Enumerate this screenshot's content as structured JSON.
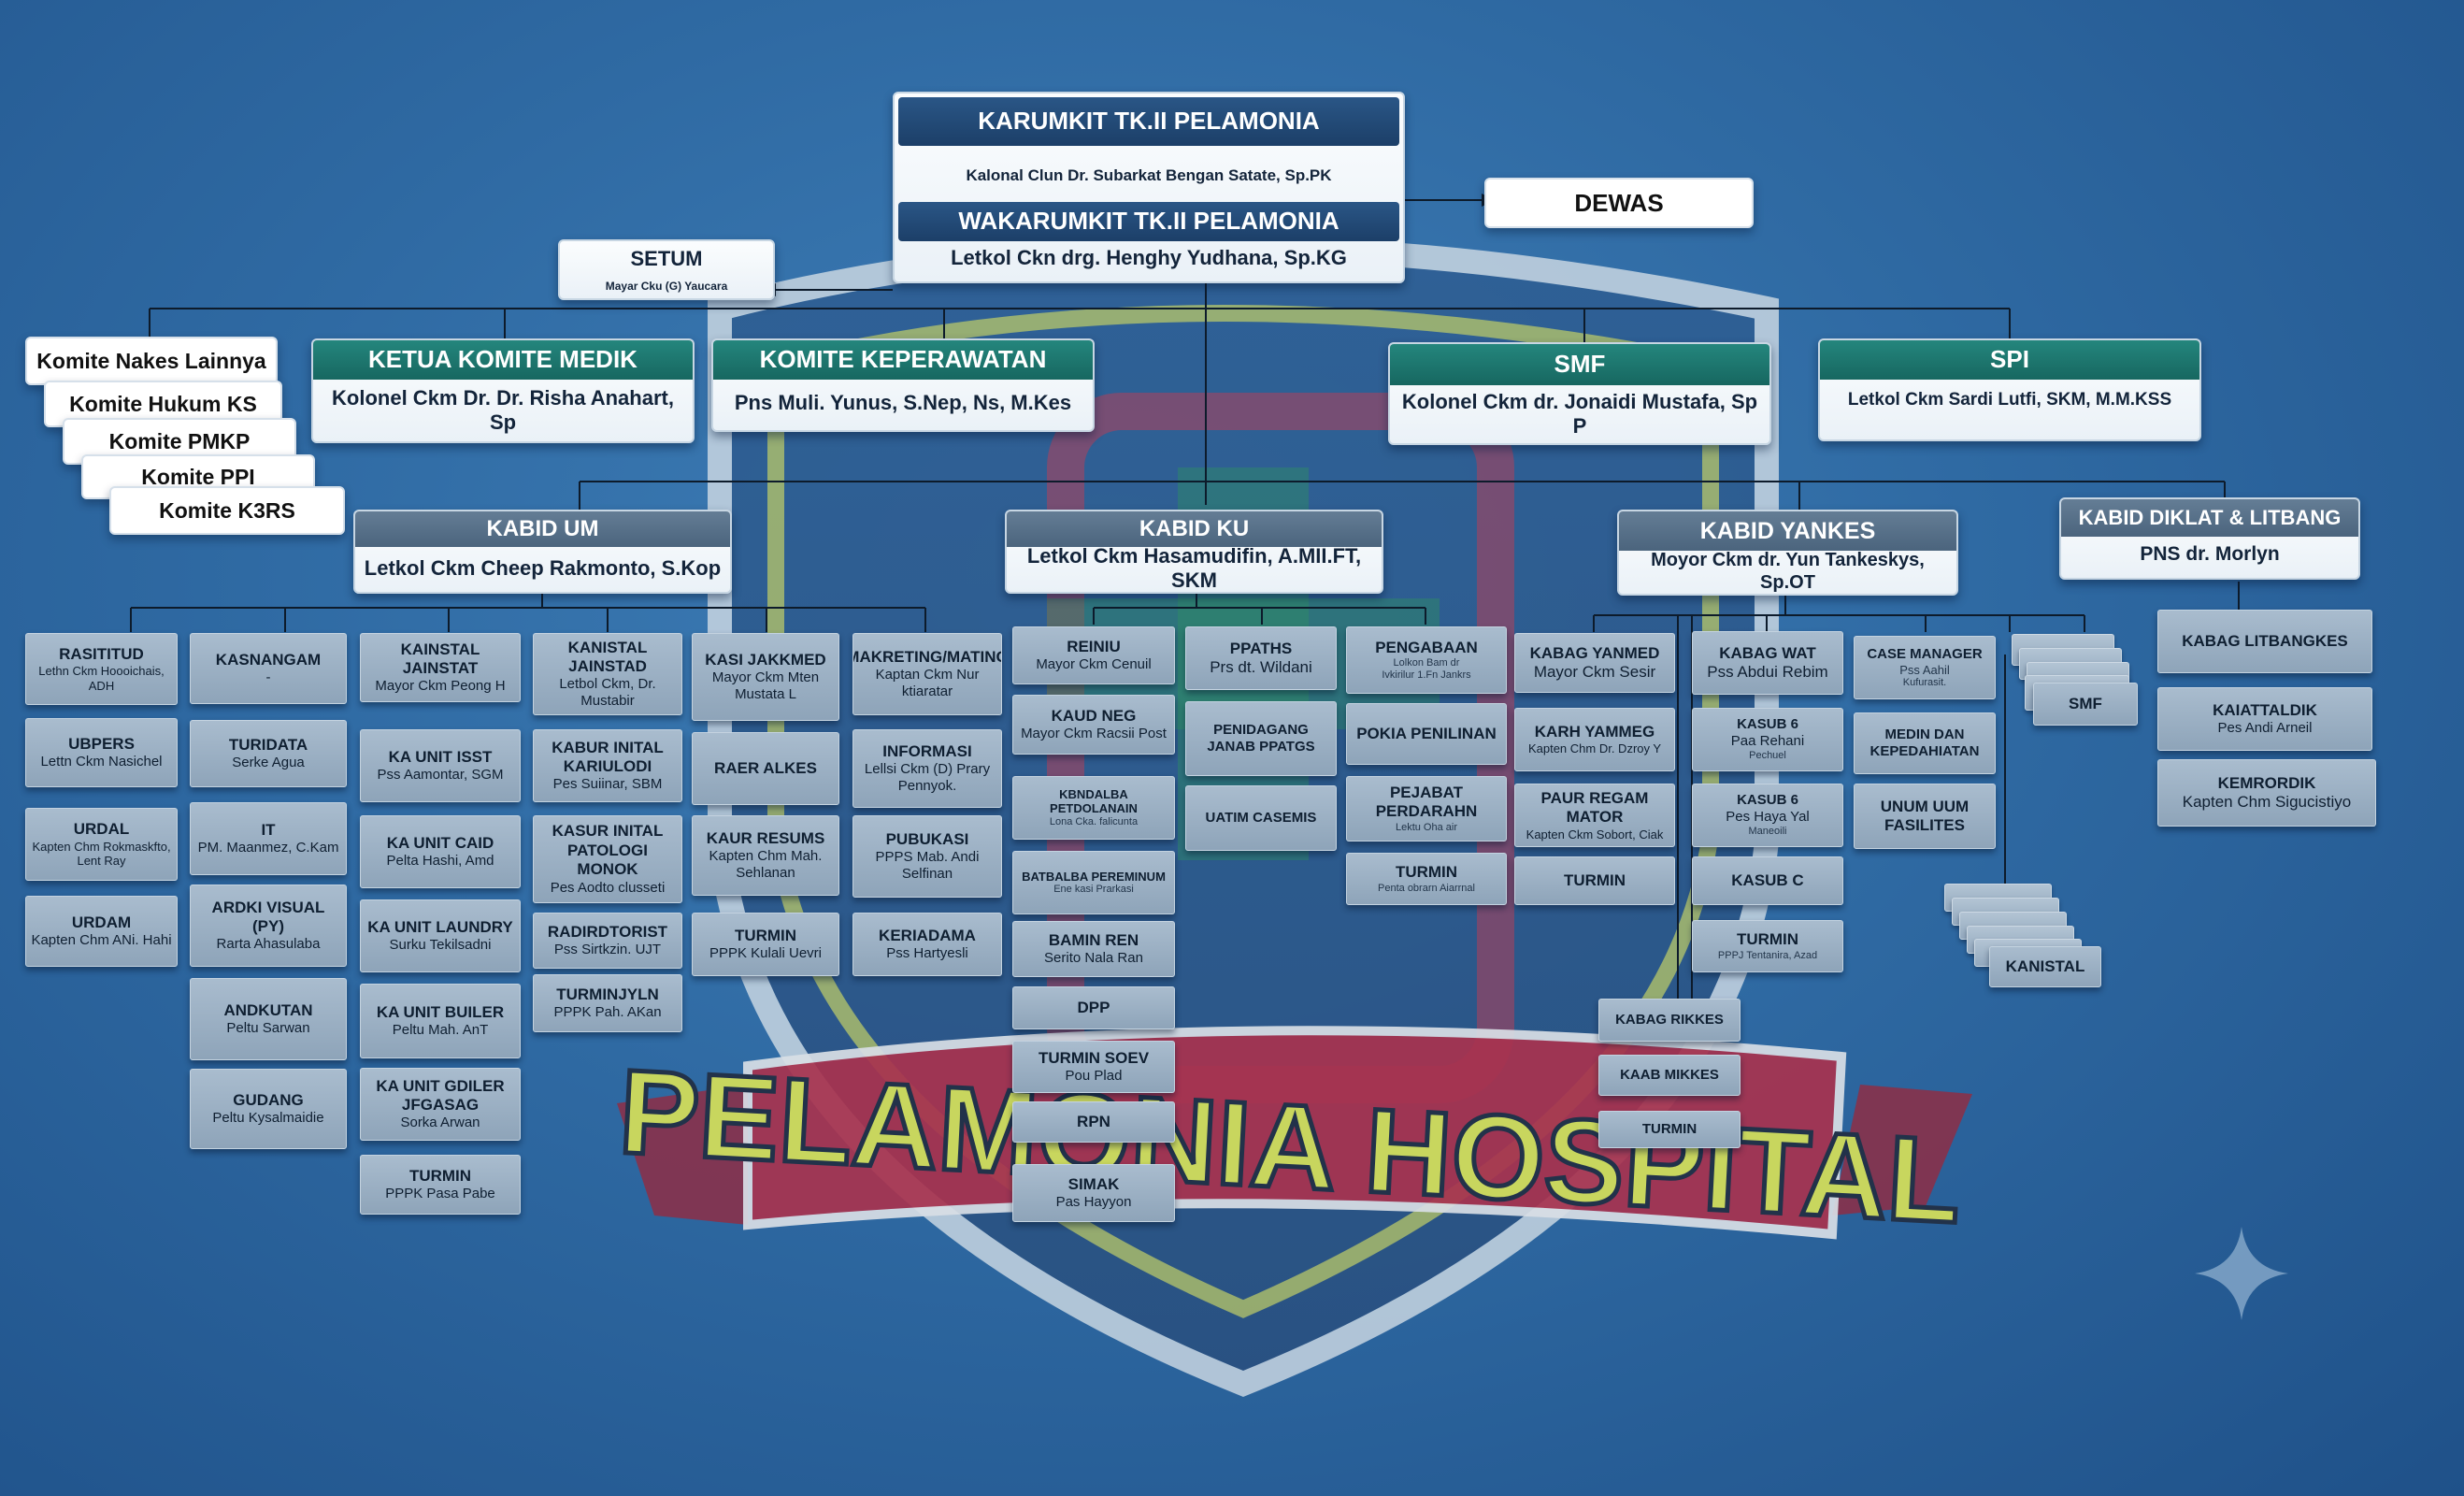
{
  "watermark": {
    "banner_text": "PELAMONIA HOSPITAL"
  },
  "top": {
    "karumkit": {
      "title": "KARUMKIT TK.II PELAMONIA",
      "name": "Kalonal Clun Dr. Subarkat Bengan Satate, Sp.PK"
    },
    "wakarumkit": {
      "title": "WAKARUMKIT TK.II PELAMONIA",
      "name": "Letkol Ckn drg. Henghy Yudhana, Sp.KG"
    },
    "dewas": "DEWAS",
    "setum": {
      "title": "SETUM",
      "name": "Mayar Cku (G) Yaucara"
    }
  },
  "committees": {
    "stack": [
      "Komite Nakes Lainnya",
      "Komite Hukum KS",
      "Komite PMKP",
      "Komite PPI",
      "Komite K3RS"
    ]
  },
  "row1": {
    "komite_medik": {
      "title": "KETUA KOMITE MEDIK",
      "name": "Kolonel Ckm Dr. Dr. Risha Anahart, Sp"
    },
    "komite_perawatan": {
      "title": "KOMITE KEPERAWATAN",
      "name": "Pns Muli. Yunus, S.Nep, Ns, M.Kes"
    },
    "smf": {
      "title": "SMF",
      "name": "Kolonel Ckm dr. Jonaidi Mustafa, Sp P"
    },
    "spi": {
      "title": "SPI",
      "name": "Letkol Ckm Sardi Lutfi, SKM, M.M.KSS"
    }
  },
  "row2": {
    "kabid_um": {
      "title": "KABID UM",
      "name": "Letkol Ckm Cheep Rakmonto, S.Kop"
    },
    "kabid_ku": {
      "title": "KABID KU",
      "name": "Letkol Ckm Hasamudifin, A.MII.FT, SKM"
    },
    "kabid_yankes": {
      "title": "KABID YANKES",
      "name": "Moyor Ckm dr. Yun Tankeskys, Sp.OT"
    },
    "kabid_diklat": {
      "title": "KABID DIKLAT & LITBANG",
      "name": "PNS dr. Morlyn"
    }
  },
  "um_units": {
    "col1": [
      {
        "t": "RASITITUD",
        "n": "Lethn Ckm Hoooichais, ADH"
      },
      {
        "t": "UBPERS",
        "n": "Lettn Ckm Nasichel"
      },
      {
        "t": "URDAL",
        "n": "Kapten Chm Rokmaskfto, Lent Ray"
      },
      {
        "t": "URDAM",
        "n": "Kapten Chm ANi. Hahi"
      }
    ],
    "col2": [
      {
        "t": "KASNANGAM",
        "n": "-"
      },
      {
        "t": "TURIDATA",
        "n": "Serke Agua"
      },
      {
        "t": "IT",
        "n": "PM. Maanmez, C.Kam"
      },
      {
        "t": "ARDKI VISUAL (PY)",
        "n": "Rarta Ahasulaba"
      },
      {
        "t": "ANDKUTAN",
        "n": "Peltu Sarwan"
      },
      {
        "t": "GUDANG",
        "n": "Peltu Kysalmaidie"
      }
    ],
    "col3": [
      {
        "t": "KAINSTAL JAINSTAT",
        "n": "Mayor Ckm Peong H"
      },
      {
        "t": "KA UNIT ISST",
        "n": "Pss Aamontar, SGM"
      },
      {
        "t": "KA UNIT CAID",
        "n": "Pelta Hashi, Amd"
      },
      {
        "t": "KA UNIT LAUNDRY",
        "n": "Surku Tekilsadni"
      },
      {
        "t": "KA UNIT BUILER",
        "n": "Peltu Mah. AnT"
      },
      {
        "t": "KA UNIT GDILER JFGASAG",
        "n": "Sorka Arwan"
      },
      {
        "t": "TURMIN",
        "n": "PPPK Pasa Pabe"
      }
    ],
    "col4": [
      {
        "t": "KANISTAL JAINSTAD",
        "n": "Letbol Ckm, Dr. Mustabir"
      },
      {
        "t": "KABUR INITAL KARIULODI",
        "n": "Pes Suiinar, SBM"
      },
      {
        "t": "KASUR INITAL PATOLOGI MONOK",
        "n": "Pes Aodto clusseti"
      },
      {
        "t": "RADIRDTORIST",
        "n": "Pss Sirtkzin. UJT"
      },
      {
        "t": "TURMINJYLN",
        "n": "PPPK Pah. AKan"
      }
    ],
    "col5": [
      {
        "t": "KASI JAKKMED",
        "n": "Mayor Ckm Mten Mustata L"
      },
      {
        "t": "RAER ALKES",
        "n": ""
      },
      {
        "t": "KAUR RESUMS",
        "n": "Kapten Chm Mah. Sehlanan"
      },
      {
        "t": "TURMIN",
        "n": "PPPK Kulali Uevri"
      }
    ],
    "col6": [
      {
        "t": "MAKRETING/MATING",
        "n": "Kaptan Ckm Nur ktiaratar"
      },
      {
        "t": "INFORMASI",
        "n": "Lellsi Ckm (D) Prary Pennyok."
      },
      {
        "t": "PUBUKASI",
        "n": "PPPS Mab. Andi Selfinan"
      },
      {
        "t": "KERIADAMA",
        "n": "Pss Hartyesli"
      }
    ]
  },
  "ku_units": {
    "col1": [
      {
        "t": "REINIU",
        "n": "Mayor Ckm Cenuil"
      },
      {
        "t": "KAUD NEG",
        "n": "Mayor Ckm Racsii Post"
      },
      {
        "t": "KBNDALBA PETDOLANAIN",
        "n": "Lona Cka. falicunta"
      },
      {
        "t": "BATBALBA PEREMINUM",
        "n": "Ene kasi Prarkasi"
      },
      {
        "t": "BAMIN REN",
        "n": "Serito Nala Ran"
      },
      {
        "t": "DPP",
        "n": ""
      },
      {
        "t": "TURMIN SOEV",
        "n": "Pou Plad"
      },
      {
        "t": "RPN",
        "n": ""
      },
      {
        "t": "SIMAK",
        "n": "Pas Hayyon"
      }
    ],
    "col2": [
      {
        "t": "PPATHS",
        "n": "Prs dt. Wildani"
      },
      {
        "t": "PENIDAGANG JANAB PPATGS",
        "n": ""
      },
      {
        "t": "UATIM CASEMIS",
        "n": ""
      }
    ],
    "col3": [
      {
        "t": "PENGABAAN",
        "n": "Lolkon Bam dr",
        "x": "Ivkirilur 1.Fn Jankrs"
      },
      {
        "t": "POKIA PENILINAN",
        "n": ""
      },
      {
        "t": "PEJABAT PERDARAHN",
        "n": "Lektu Oha air"
      },
      {
        "t": "TURMIN",
        "n": "Penta obrarn Aiarrnal"
      }
    ]
  },
  "yankes_units": {
    "col1": [
      {
        "t": "KABAG YANMED",
        "n": "Mayor Ckm Sesir"
      },
      {
        "t": "KARH YAMMEG",
        "n": "Kapten Chm Dr. Dzroy Y"
      },
      {
        "t": "PAUR REGAM MATOR",
        "n": "Kapten Ckm Sobort, Ciak"
      },
      {
        "t": "TURMIN",
        "n": ""
      }
    ],
    "col2": [
      {
        "t": "KABAG WAT",
        "n": "Pss Abdui Rebim"
      },
      {
        "t": "KASUB 6",
        "n": "Paa Rehani",
        "x": "Pechuel"
      },
      {
        "t": "KASUB 6",
        "n": "Pes Haya Yal",
        "x": "Maneoili"
      },
      {
        "t": "KASUB C",
        "n": ""
      },
      {
        "t": "TURMIN",
        "n": "PPPJ Tentanira, Azad"
      }
    ],
    "col3": [
      {
        "t": "CASE MANAGER",
        "n": "Pss Aahil",
        "x": "Kufurasit."
      },
      {
        "t": "MEDIN DAN KEPEDAHIATAN",
        "n": ""
      },
      {
        "t": "UNUM UUM FASILITES",
        "n": ""
      }
    ],
    "smf_stack": "SMF",
    "kanistal_stack": "KANISTAL",
    "rikkes": [
      {
        "t": "KABAG RIKKES"
      },
      {
        "t": "KAAB MIKKES"
      },
      {
        "t": "TURMIN"
      }
    ]
  },
  "diklat_units": [
    {
      "t": "KABAG LITBANGKES",
      "n": ""
    },
    {
      "t": "KAIATTALDIK",
      "n": "Pes Andi Arneil"
    },
    {
      "t": "KEMRORDIK",
      "n": "Kapten Chm Sigucistiyo"
    }
  ],
  "colors": {
    "navy": "#1f4670",
    "teal": "#1d7870",
    "slate": "#566f88",
    "background": "#2f6aa3"
  }
}
